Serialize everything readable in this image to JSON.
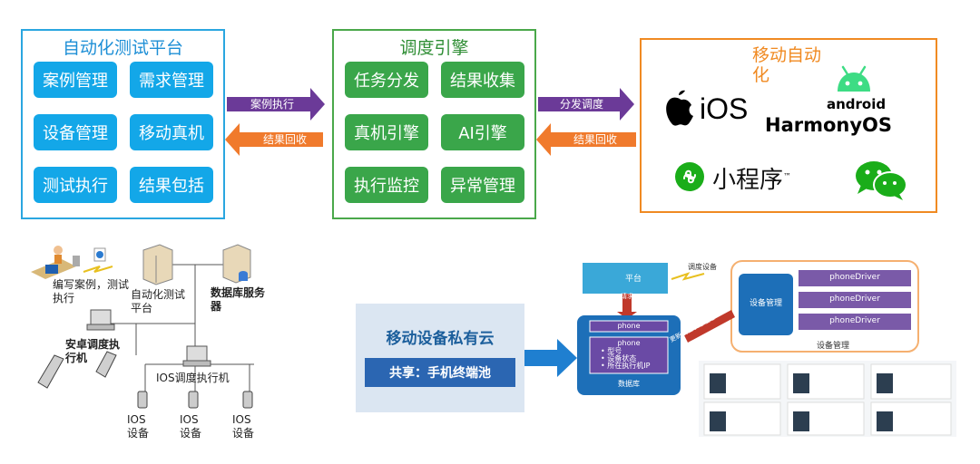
{
  "panels": {
    "test_platform": {
      "title": "自动化测试平台",
      "tiles": [
        "案例管理",
        "需求管理",
        "设备管理",
        "移动真机",
        "测试执行",
        "结果包括"
      ]
    },
    "scheduler": {
      "title": "调度引擎",
      "tiles": [
        "任务分发",
        "结果收集",
        "真机引擎",
        "AI引擎",
        "执行监控",
        "异常管理"
      ]
    },
    "mobile": {
      "title": "移动自动化",
      "platforms": {
        "ios": "iOS",
        "android": "android",
        "harmony": "HarmonyOS",
        "miniprogram": "小程序",
        "tm": "™"
      }
    }
  },
  "arrows": {
    "case_exec": "案例执行",
    "result_back_1": "结果回收",
    "dispatch": "分发调度",
    "result_back_2": "结果回收"
  },
  "network": {
    "write_cases": "编写案例，测试执行",
    "platform_node": "自动化测试平台",
    "db_server": "数据库服务器",
    "android_exec": "安卓调度执行机",
    "ios_exec": "IOS调度执行机",
    "ios_device": "IOS 设备"
  },
  "cloud": {
    "title": "移动设备私有云",
    "share": "共享：手机终端池"
  },
  "device_diagram": {
    "platform": "平台",
    "schedule_device": "调度设备",
    "phone": "phone",
    "phone2": "phone",
    "fields": [
      "型号",
      "设备状态",
      "所在执行机IP"
    ],
    "database": "数据库",
    "device_mgmt_center": "设备管理",
    "phone_driver": "phoneDriver",
    "device_mgmt_label": "设备管理",
    "req_label": "请求",
    "upload_label": "更新设备状态信息"
  },
  "colors": {
    "blue_tile": "#13a7e8",
    "green_tile": "#3aa64a",
    "purple_arrow": "#6b3a98",
    "orange_arrow": "#f07a2c",
    "orange_border": "#f08a22"
  }
}
